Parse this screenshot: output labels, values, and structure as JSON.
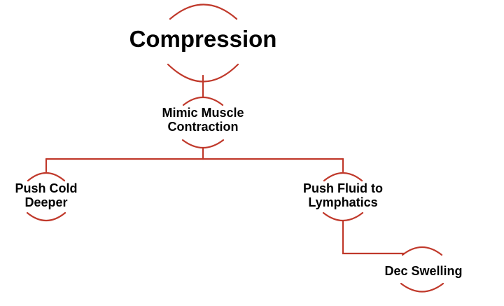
{
  "nodes": {
    "root": {
      "lines": [
        "Compression"
      ]
    },
    "mimic": {
      "lines": [
        "Mimic Muscle",
        "Contraction"
      ]
    },
    "push_cold": {
      "lines": [
        "Push Cold",
        "Deeper"
      ]
    },
    "push_fluid": {
      "lines": [
        "Push Fluid to",
        "Lymphatics"
      ]
    },
    "dec_swelling": {
      "lines": [
        "Dec Swelling"
      ]
    }
  },
  "edges": [
    {
      "from": "Compression",
      "to": "Mimic Muscle Contraction"
    },
    {
      "from": "Mimic Muscle Contraction",
      "to": "Push Cold Deeper"
    },
    {
      "from": "Mimic Muscle Contraction",
      "to": "Push Fluid to Lymphatics"
    },
    {
      "from": "Push Fluid to Lymphatics",
      "to": "Dec Swelling"
    }
  ],
  "colors": {
    "stroke": "#c0392b",
    "text": "#000000",
    "background": "#ffffff"
  }
}
